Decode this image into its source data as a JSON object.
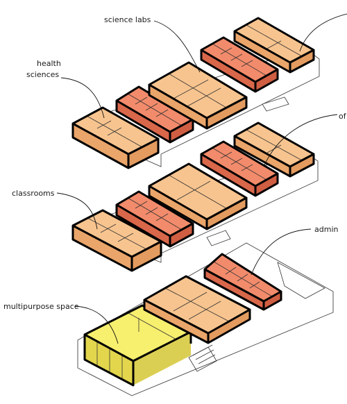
{
  "labels": {
    "science_labs": "science labs",
    "health_sciences_line1": "health",
    "health_sciences_line2": "sciences",
    "office_partial": "of",
    "classrooms": "classrooms",
    "admin": "admin",
    "multipurpose": "multipurpose space"
  },
  "colors": {
    "classroom": "#f7c48f",
    "classroom_side": "#eaa56a",
    "lab": "#f28b6b",
    "lab_side": "#d9674a",
    "multipurpose": "#f7ef6e",
    "multipurpose_side": "#e3d64c",
    "corridor": "#ffffff",
    "outline": "#000000"
  }
}
